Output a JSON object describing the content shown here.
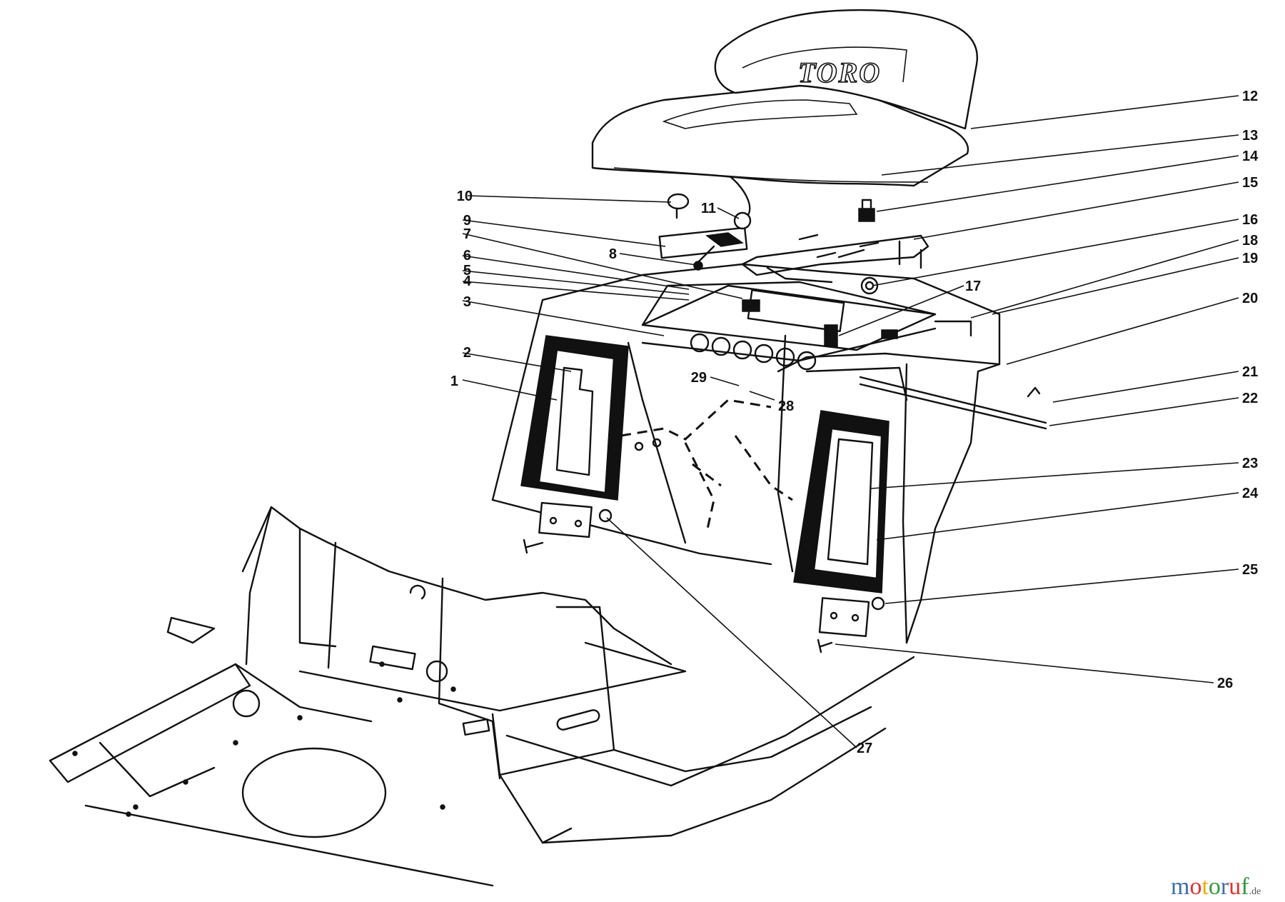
{
  "diagram": {
    "brand_mark": "TORO",
    "callouts": [
      "1",
      "2",
      "3",
      "4",
      "5",
      "6",
      "7",
      "8",
      "9",
      "10",
      "11",
      "12",
      "13",
      "14",
      "15",
      "16",
      "17",
      "18",
      "19",
      "20",
      "21",
      "22",
      "23",
      "24",
      "25",
      "26",
      "27",
      "28",
      "29"
    ]
  },
  "watermark": {
    "text_main": "motoruf",
    "text_suffix": ".de",
    "letter_colors": [
      "#3a6fb0",
      "#e2312c",
      "#f2a900",
      "#2e9b3c",
      "#3a6fb0",
      "#e2312c",
      "#2e9b3c"
    ]
  }
}
